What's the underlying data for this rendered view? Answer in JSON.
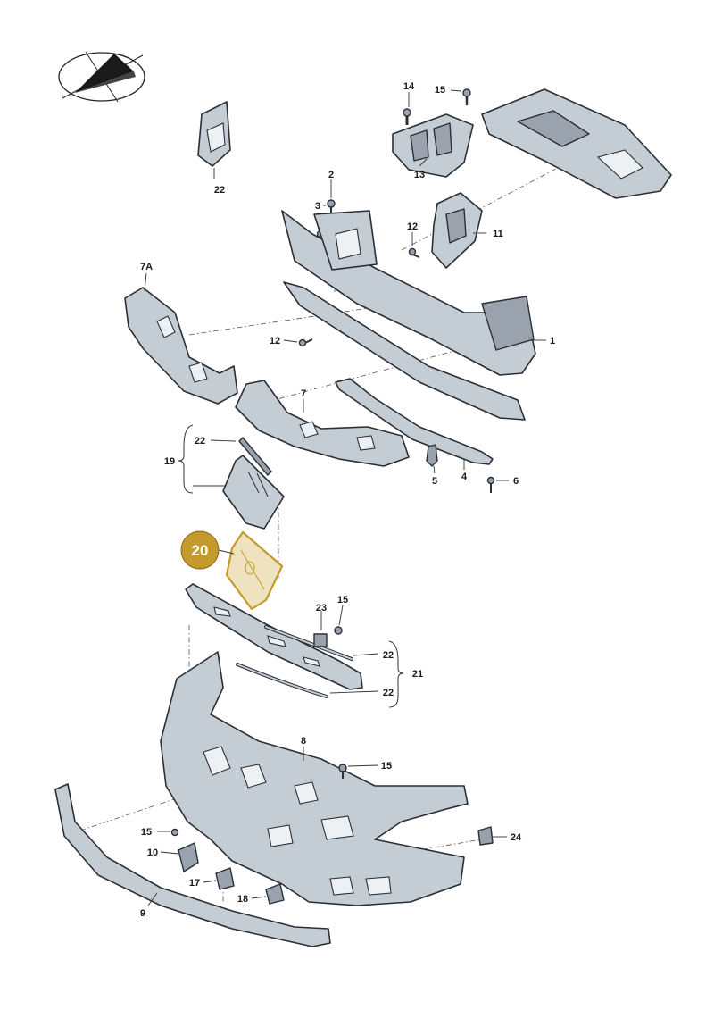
{
  "callouts": {
    "c1": "1",
    "c2": "2",
    "c3": "3",
    "c4": "4",
    "c5": "5",
    "c6": "6",
    "c7": "7",
    "c7a": "7A",
    "c8": "8",
    "c9": "9",
    "c10": "10",
    "c11": "11",
    "c12a": "12",
    "c12b": "12",
    "c13": "13",
    "c14": "14",
    "c15a": "15",
    "c15b": "15",
    "c15c": "15",
    "c15d": "15",
    "c17": "17",
    "c18": "18",
    "c19": "19",
    "c21": "21",
    "c22a": "22",
    "c22b": "22",
    "c22c": "22",
    "c22d": "22",
    "c23": "23",
    "c24": "24"
  },
  "highlight": {
    "label": "20",
    "color": "#c49a2c"
  },
  "compass_icon": "direction-compass-icon"
}
